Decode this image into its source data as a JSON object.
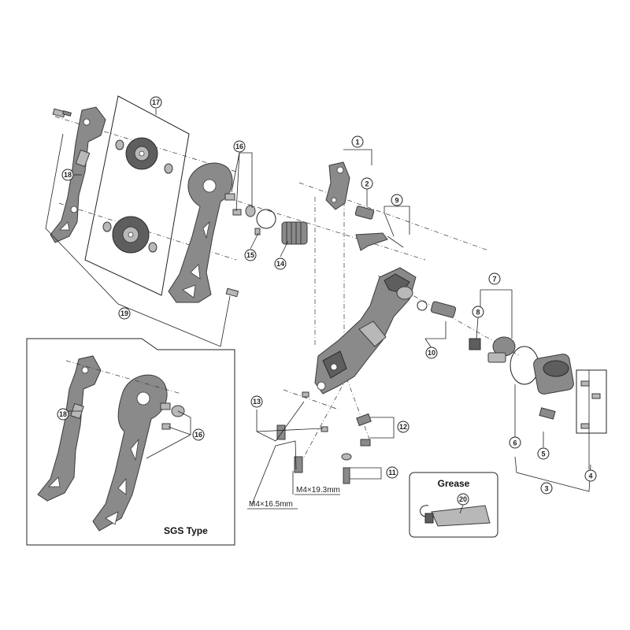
{
  "callouts": [
    "1",
    "2",
    "3",
    "4",
    "5",
    "6",
    "7",
    "8",
    "9",
    "10",
    "11",
    "12",
    "13",
    "14",
    "15",
    "16",
    "17",
    "18",
    "19",
    "20"
  ],
  "sgs_panel": {
    "title": "SGS Type",
    "callouts": [
      "18",
      "16"
    ]
  },
  "grease_panel": {
    "title": "Grease",
    "callout": "20"
  },
  "dimensions": {
    "short_screw": "M4×16.5mm",
    "long_screw": "M4×19.3mm"
  },
  "colors": {
    "part": "#8a8a8a",
    "part_light": "#b8b8b8",
    "part_dark": "#5e5e5e",
    "line": "#222222"
  }
}
